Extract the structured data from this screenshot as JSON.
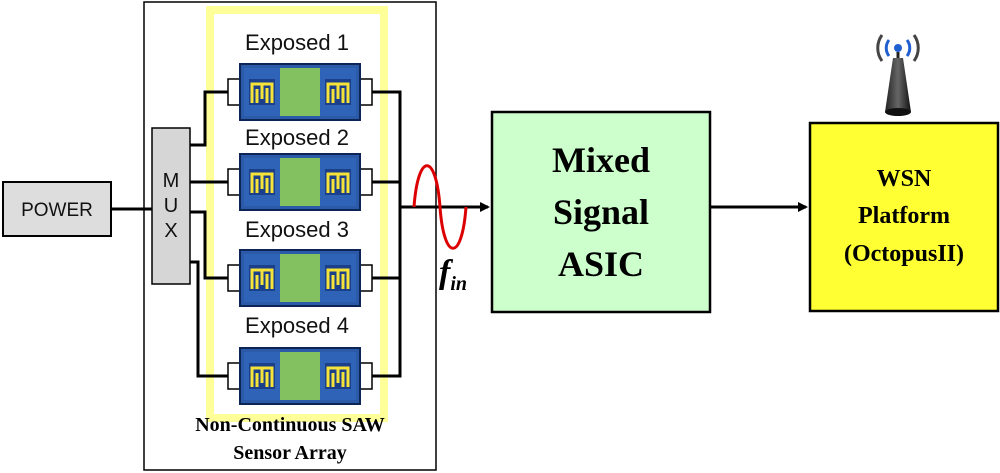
{
  "blocks": {
    "power": "POWER",
    "mux": [
      "M",
      "U",
      "X"
    ],
    "asic": [
      "Mixed",
      "Signal",
      "ASIC"
    ],
    "wsn": [
      "WSN",
      "Platform",
      "(OctopusII)"
    ]
  },
  "sensors": [
    "Exposed 1",
    "Exposed 2",
    "Exposed 3",
    "Exposed 4"
  ],
  "array_caption": [
    "Non-Continuous SAW",
    "Sensor Array"
  ],
  "signal": {
    "f": "f",
    "sub": "in"
  },
  "colors": {
    "asic_fill": "#ccffcc",
    "wsn_fill": "#ffff33",
    "array_highlight": "#ffff99",
    "sensor_frame": "#2a5aa8",
    "sensor_body": "#82c060",
    "idt": "#f5e33a",
    "sine": "#dd0000"
  },
  "icons": {
    "antenna": "antenna-icon"
  }
}
